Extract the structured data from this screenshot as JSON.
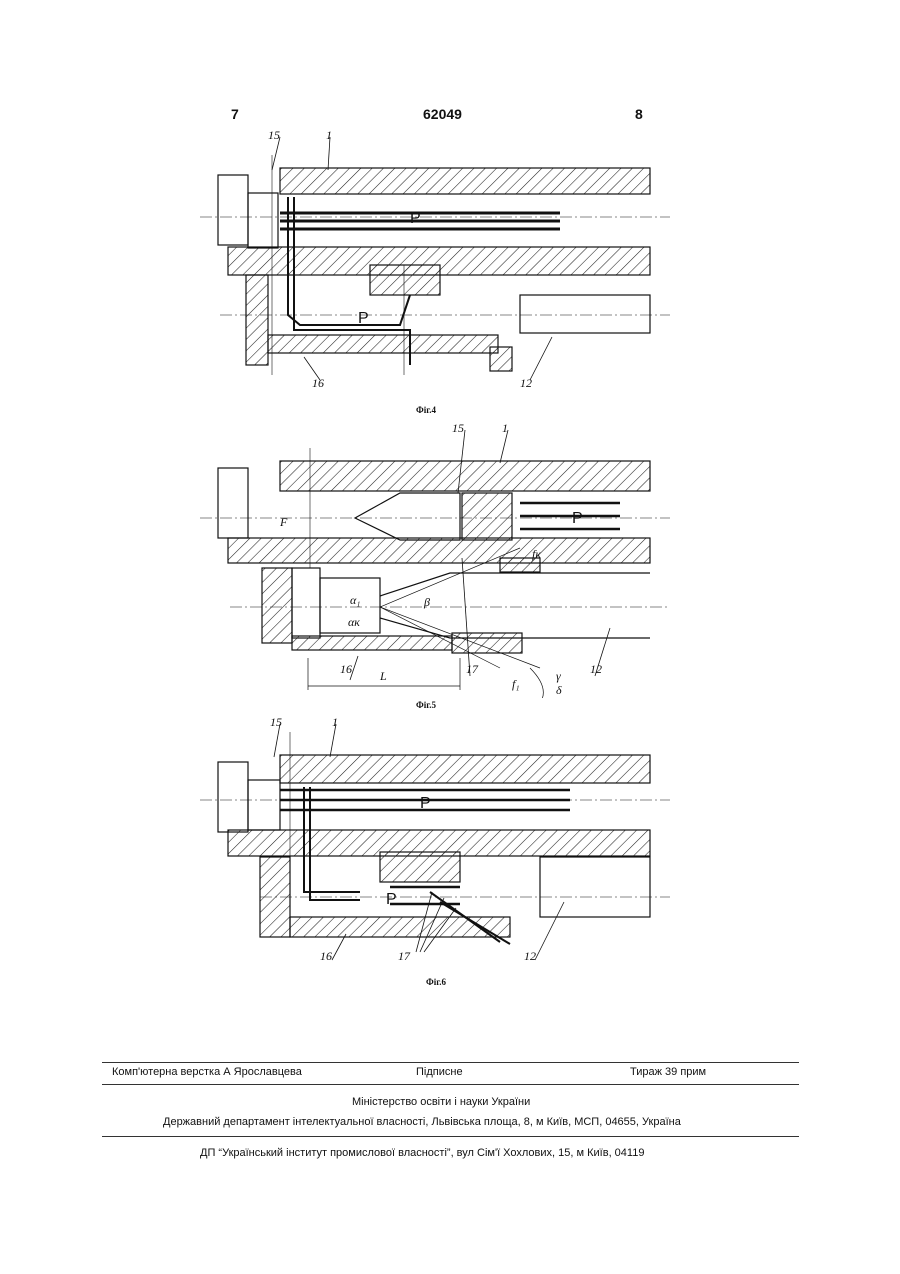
{
  "header": {
    "page_left": "7",
    "patent_number": "62049",
    "page_right": "8"
  },
  "figures": [
    {
      "caption": "Фіг.4",
      "labels": {
        "l15": "15",
        "l1": "1",
        "l16": "16",
        "l12": "12",
        "P1": "P",
        "P2": "P"
      }
    },
    {
      "caption": "Фіг.5",
      "labels": {
        "l15": "15",
        "l1": "1",
        "F": "F",
        "P": "P",
        "fk": "fк",
        "alpha1": "α₁",
        "alphak": "αк",
        "beta": "β",
        "L": "L",
        "l16": "16",
        "l17": "17",
        "f1": "f₁",
        "gamma": "γ",
        "delta": "δ",
        "l12": "12"
      }
    },
    {
      "caption": "Фіг.6",
      "labels": {
        "l15": "15",
        "l1": "1",
        "P1": "P",
        "P2": "P",
        "l16": "16",
        "l17": "17",
        "l12": "12"
      }
    }
  ],
  "footer": {
    "layout": "Комп'ютерна верстка А  Ярославцева",
    "subscription": "Підписне",
    "circulation": "Тираж 39 прим",
    "ministry": "Міністерство освіти і науки України",
    "department": "Державний департамент інтелектуальної власності, Львівська площа, 8, м  Київ, МСП, 04655, Україна",
    "institute": "ДП “Український інститут промислової власності”, вул  Сім'ї Хохлових, 15, м  Київ, 04119"
  }
}
